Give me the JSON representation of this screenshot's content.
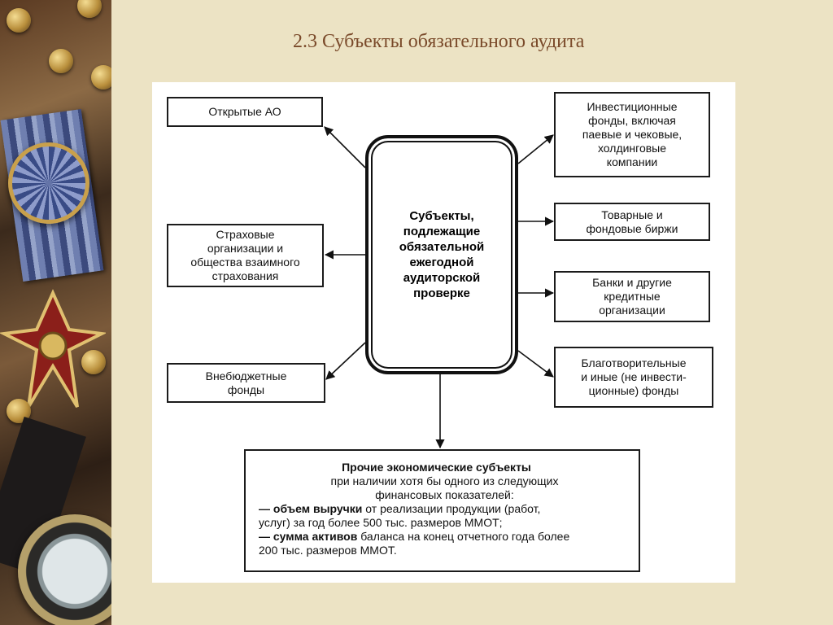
{
  "slide": {
    "title": "2.3 Субъекты обязательного аудита"
  },
  "diagram": {
    "center": "Субъекты,\nподлежащие\nобязательной\nежегодной\nаудиторской\nпроверке",
    "left": [
      "Открытые АО",
      "Страховые\nорганизации и\nобщества взаимного\nстрахования",
      "Внебюджетные\nфонды"
    ],
    "right": [
      "Инвестиционные\nфонды, включая\nпаевые и чековые,\nхолдинговые\nкомпании",
      "Товарные и\nфондовые биржи",
      "Банки и другие\nкредитные\nорганизации",
      "Благотворительные\nи иные (не инвести-\nционные) фонды"
    ],
    "bottom": {
      "title": "Прочие экономические субъекты",
      "intro": "при наличии хотя бы одного из следующих\nфинансовых показателей:",
      "item1_dash": "— ",
      "item1_bold": "объем выручки",
      "item1_rest": " от реализации продукции (работ,\nуслуг) за год более 500 тыс. размеров ММОТ;",
      "item2_dash": "— ",
      "item2_bold": "сумма активов",
      "item2_rest": " баланса на конец отчетного года более\n200 тыс. размеров ММОТ."
    }
  }
}
